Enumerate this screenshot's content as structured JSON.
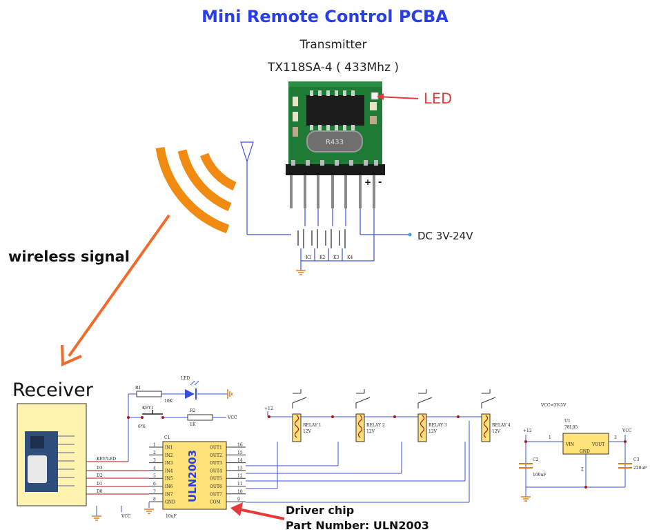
{
  "title": "Mini Remote Control PCBA",
  "transmitter": {
    "label": "Transmitter",
    "model": "TX118SA-4 ( 433Mhz )",
    "led_label": "LED",
    "power_label": "DC 3V-24V",
    "pin_plus": "+",
    "pin_minus": "-",
    "crystal_text": "R433",
    "keys": [
      "K1",
      "K2",
      "K3",
      "K4"
    ]
  },
  "wireless_label": "wireless signal",
  "receiver": {
    "label": "Receiver",
    "pins": [
      "KEY/LED",
      "D3",
      "D2",
      "D1",
      "D0"
    ],
    "vcc": "VCC"
  },
  "schematic": {
    "r1": {
      "name": "R1",
      "value": "10K"
    },
    "r2": {
      "name": "R2",
      "value": "1K"
    },
    "key1": "KEY1",
    "key_size": "6*6",
    "led": "LED",
    "vcc": "VCC",
    "c1": {
      "name": "C1",
      "value": "10uF"
    },
    "chip": "ULN2003",
    "in_pins": [
      "IN1",
      "IN2",
      "IN3",
      "IN4",
      "IN5",
      "IN6",
      "IN7",
      "GND"
    ],
    "out_pins": [
      "OUT1",
      "OUT2",
      "OUT3",
      "OUT4",
      "OUT5",
      "OUT6",
      "OUT7",
      "COM"
    ],
    "left_numbers": [
      "1",
      "2",
      "3",
      "4",
      "5",
      "6",
      "7",
      "8"
    ],
    "right_numbers": [
      "16",
      "15",
      "14",
      "13",
      "12",
      "11",
      "10",
      "9"
    ],
    "relays": [
      {
        "name": "RELAY 1",
        "voltage": "12V"
      },
      {
        "name": "RELAY 2",
        "voltage": "12V"
      },
      {
        "name": "RELAY 3",
        "voltage": "12V"
      },
      {
        "name": "RELAY 4",
        "voltage": "12V"
      }
    ],
    "plus12": "+12",
    "regulator": {
      "vcc_note": "VCC=3V-5V",
      "name": "U1",
      "part": "78L05",
      "vin": "VIN",
      "vout": "VOUT",
      "gnd": "GND",
      "pin1": "1",
      "pin2": "2",
      "pin3": "3"
    },
    "c2": {
      "name": "C2",
      "value": "100uF"
    },
    "c3": {
      "name": "C3",
      "value": "220uF"
    }
  },
  "driver": {
    "label": "Driver chip",
    "part": "Part Number: ULN2003"
  },
  "colors": {
    "title": "#2a3ee6",
    "wire": "#3a4fd8",
    "signal": "#f08a10",
    "arrow": "#f26b2a",
    "annotation": "#e53a3a",
    "pcb": "#1f7a35",
    "module_bg": "#fff3b0",
    "chip_body": "#ffe27a",
    "junction": "#b0121a"
  }
}
